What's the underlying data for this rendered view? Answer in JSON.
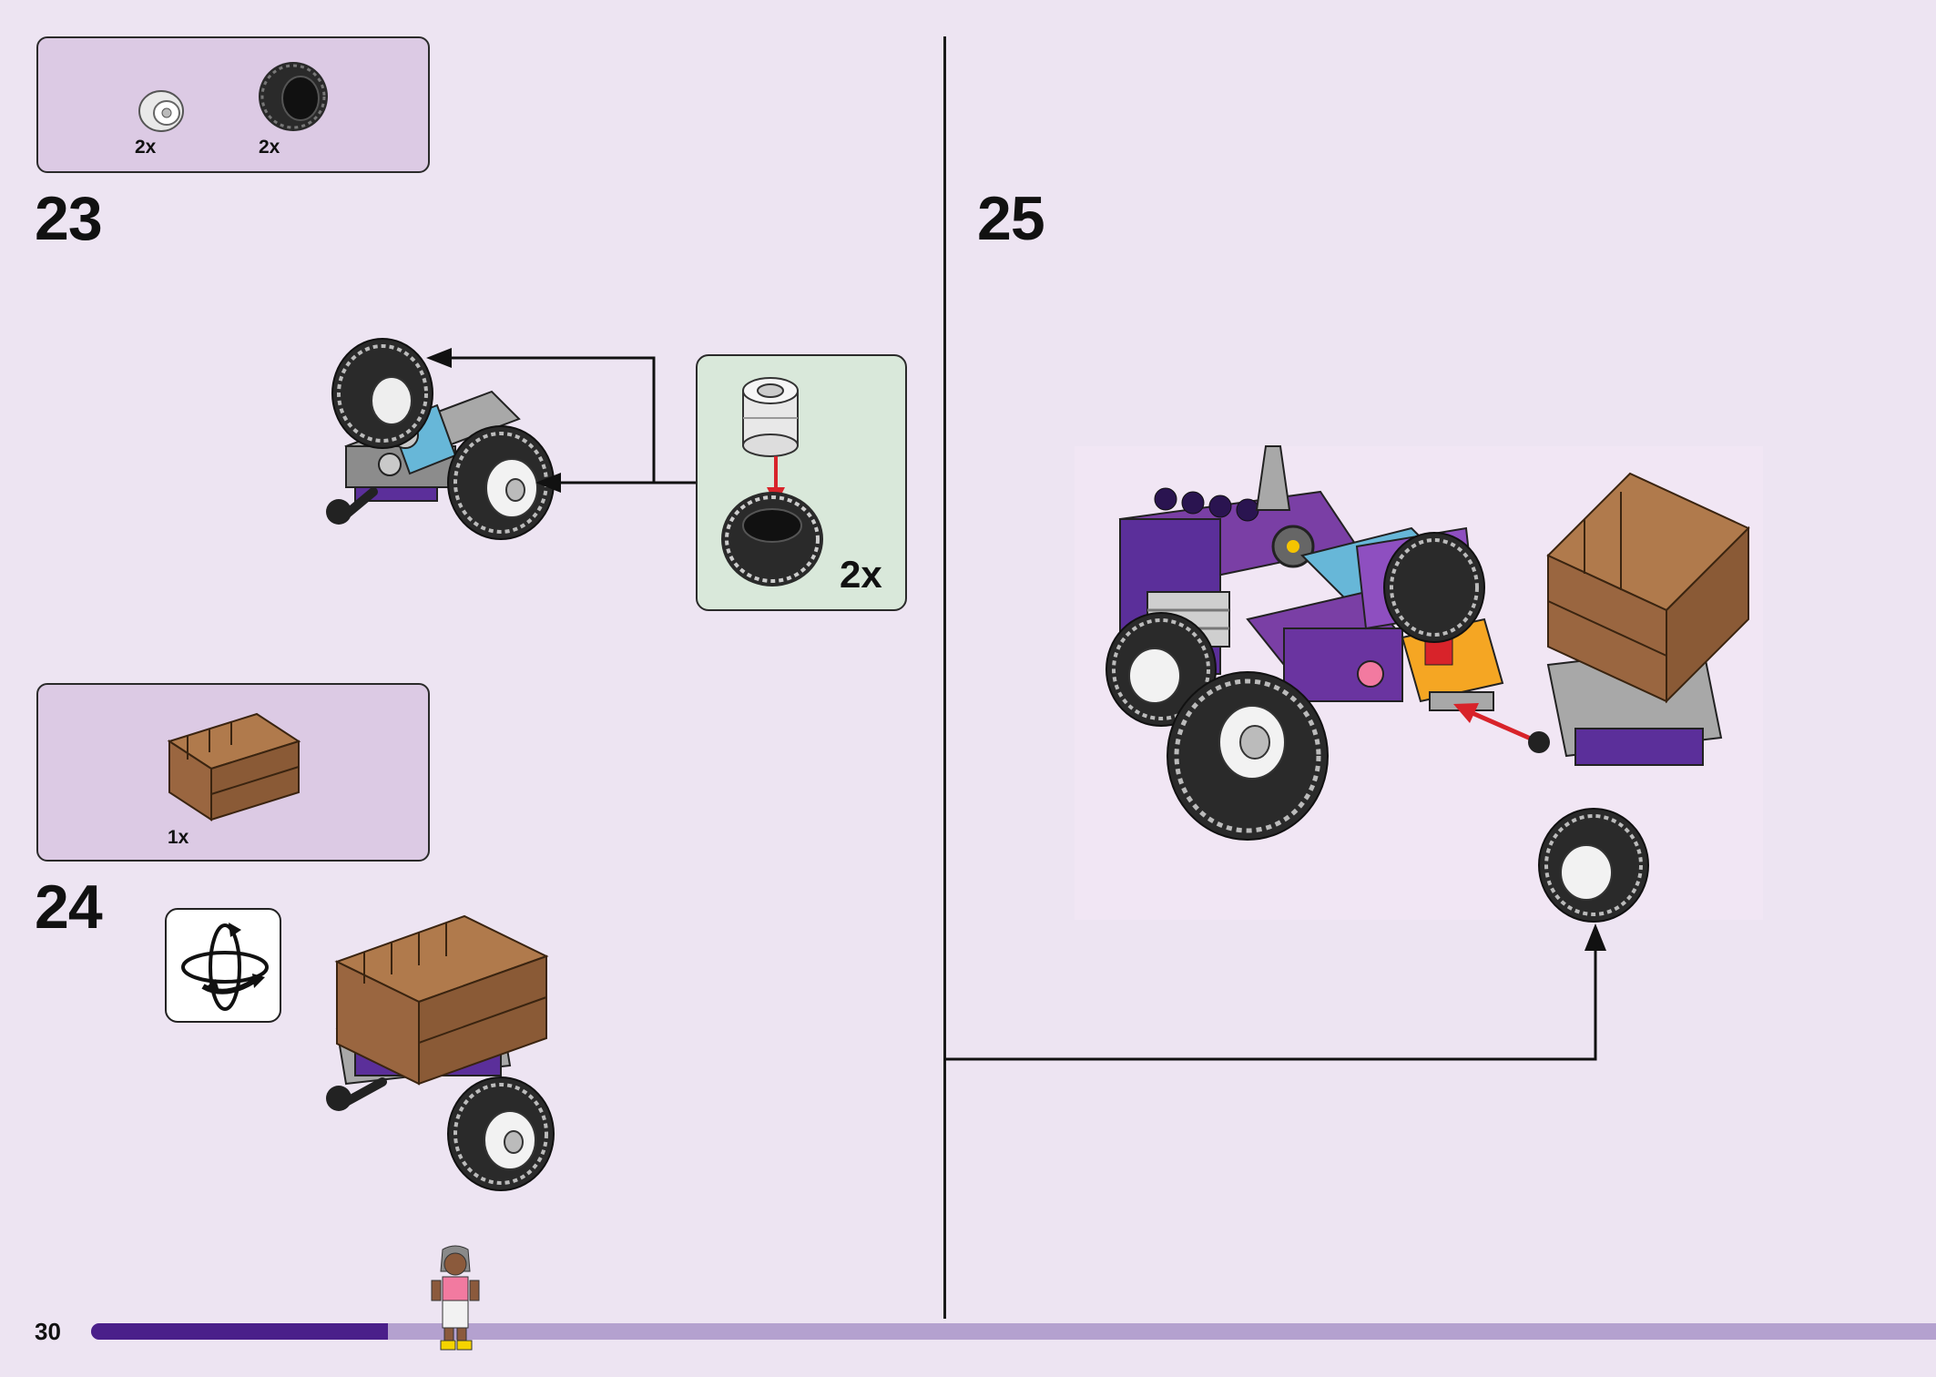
{
  "page": {
    "number": "30",
    "progress_fraction": 0.161
  },
  "steps": [
    {
      "id": "23",
      "number": "23",
      "parts": [
        {
          "name": "white-rim-icon",
          "qty": "2x"
        },
        {
          "name": "black-tire-icon",
          "qty": "2x"
        }
      ],
      "subassembly_qty": "2x"
    },
    {
      "id": "24",
      "number": "24",
      "parts": [
        {
          "name": "brown-crate-icon",
          "qty": "1x"
        }
      ],
      "has_rotate_icon": true
    },
    {
      "id": "25",
      "number": "25"
    }
  ],
  "colors": {
    "page_bg": "#ede4f2",
    "parts_box": "#dccae4",
    "sub_box": "#d9e8da",
    "progress_done": "#4a1f8a",
    "progress_todo": "#b4a1cf",
    "arrow_red": "#d8232a",
    "purple_brick": "#7a3fa5",
    "crate_brown": "#9a6640"
  }
}
